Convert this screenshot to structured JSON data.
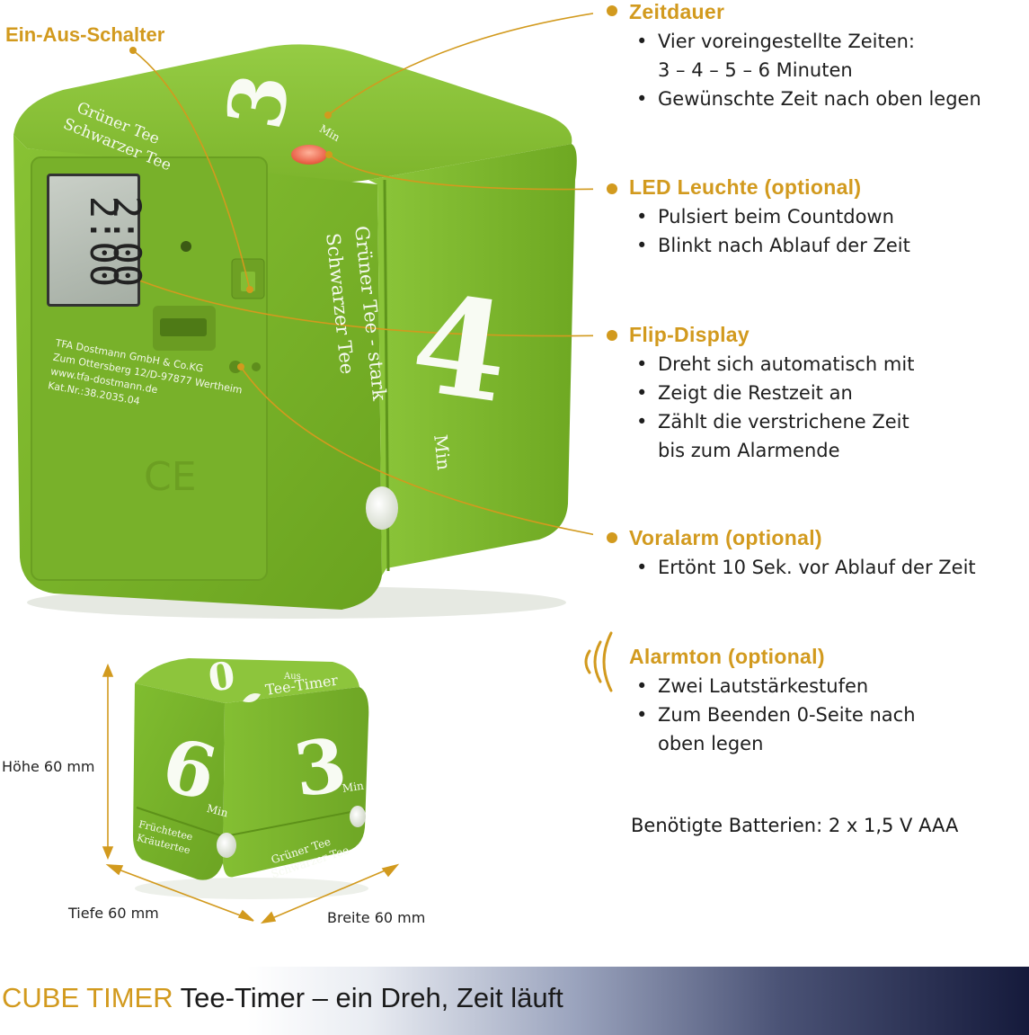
{
  "switch_label": "Ein-Aus-Schalter",
  "features": [
    {
      "title": "Zeitdauer",
      "items": [
        "Vier voreingestellte Zeiten:",
        "3 – 4 – 5 – 6 Minuten",
        "Gewünschte Zeit nach oben legen"
      ]
    },
    {
      "title": "LED Leuchte (optional)",
      "items": [
        "Pulsiert beim Countdown",
        "Blinkt nach Ablauf der Zeit"
      ]
    },
    {
      "title": "Flip-Display",
      "items": [
        "Dreht sich automatisch mit",
        "Zeigt die Restzeit an",
        "Zählt die verstrichene Zeit",
        "bis zum Alarmende"
      ]
    },
    {
      "title": "Voralarm (optional)",
      "items": [
        "Ertönt 10 Sek. vor Ablauf der Zeit"
      ]
    },
    {
      "title": "Alarmton (optional)",
      "items": [
        "Zwei Lautstärkestufen",
        "Zum Beenden 0-Seite nach",
        "oben legen"
      ]
    }
  ],
  "battery": "Benötigte Batterien: 2 x 1,5 V AAA",
  "dimensions": {
    "height": "Höhe 60 mm",
    "depth": "Tiefe 60  mm",
    "width": "Breite 60 mm"
  },
  "banner": {
    "brand": "CUBE TIMER",
    "tagline": " Tee-Timer – ein Dreh, Zeit läuft"
  },
  "large_cube": {
    "top_number": "3",
    "top_unit": "Min",
    "front_top_text": [
      "Grüner Tee",
      "Schwarzer Tee"
    ],
    "side_text": [
      "Grüner Tee - stark",
      "Schwarzer Tee"
    ],
    "side_number": "4",
    "side_unit": "Min",
    "lcd_digits": [
      "2:00",
      "2:00"
    ],
    "back_label": [
      "TFA Dostmann GmbH & Co.KG",
      "Zum Ottersberg 12/D-97877 Wertheim",
      "www.tfa-dostmann.de",
      "Kat.Nr.:38.2035.04"
    ]
  },
  "small_cube": {
    "top_number": "0",
    "top_aus": "Aus",
    "top_text": "Tee-Timer",
    "left_number": "6",
    "left_unit": "Min",
    "left_text": [
      "Früchtetee",
      "Kräutertee"
    ],
    "right_number": "3",
    "right_unit": "Min",
    "right_text": [
      "Grüner Tee",
      "Schwarzer Tee"
    ]
  },
  "colors": {
    "accent": "#d29a1e",
    "cube_green": "#7cb82a",
    "banner_dark": "#151a3b"
  }
}
